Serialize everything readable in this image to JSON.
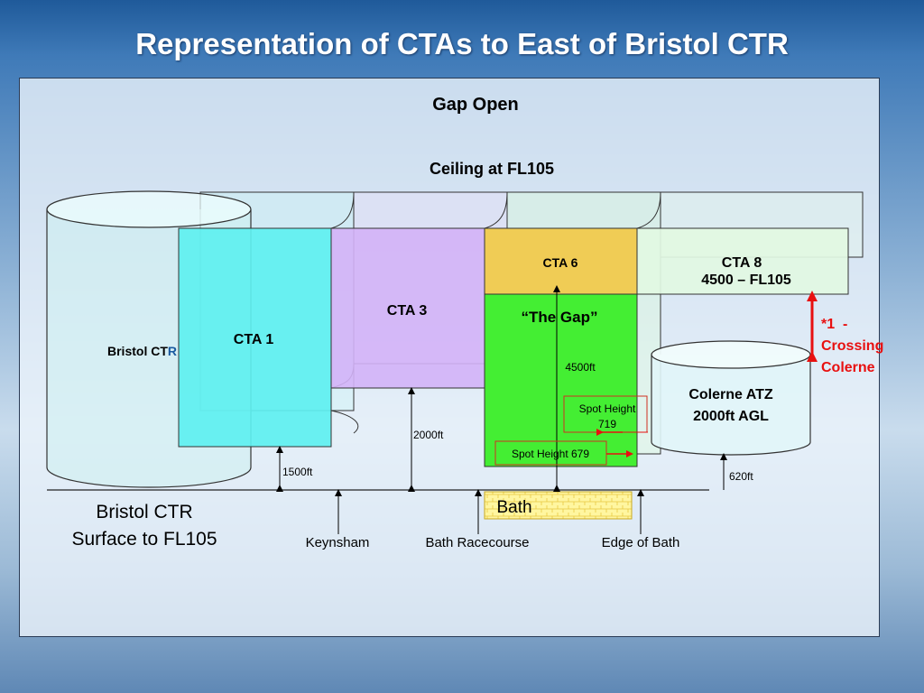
{
  "title": "Representation of CTAs to East of Bristol CTR",
  "diagram": {
    "gap_state": "Gap Open",
    "ceiling": "Ceiling at FL105",
    "bristol_ctr_inner": "Bristol CT",
    "bristol_ctr_inner_tail": "R",
    "bristol_ctr_line1": "Bristol CTR",
    "bristol_ctr_line2": "Surface to FL105",
    "cta1": "CTA 1",
    "cta3": "CTA 3",
    "cta6": "CTA 6",
    "cta8_line1": "CTA 8",
    "cta8_line2": "4500 – FL105",
    "the_gap": "“The Gap”",
    "gap_height": "4500ft",
    "spot_height_719_line1": "Spot Height",
    "spot_height_719_line2": "719",
    "spot_height_679": "Spot Height 679",
    "colerne_line1": "Colerne ATZ",
    "colerne_line2": "2000ft AGL",
    "crossing_line1": "*1  -",
    "crossing_line2": "Crossing",
    "crossing_line3": "Colerne",
    "height_1500": "1500ft",
    "height_2000": "2000ft",
    "height_620": "620ft",
    "bath": "Bath",
    "keynsham": "Keynsham",
    "bath_racecourse": "Bath Racecourse",
    "edge_of_bath": "Edge of Bath"
  },
  "colors": {
    "cta1": "#5ef0f0",
    "cta3": "#d3b3f7",
    "cta6": "#f0cc55",
    "gap": "#44ee33",
    "cta8": "#e2f8e2",
    "bath": "#fff6a0",
    "crossing": "#e81010"
  }
}
